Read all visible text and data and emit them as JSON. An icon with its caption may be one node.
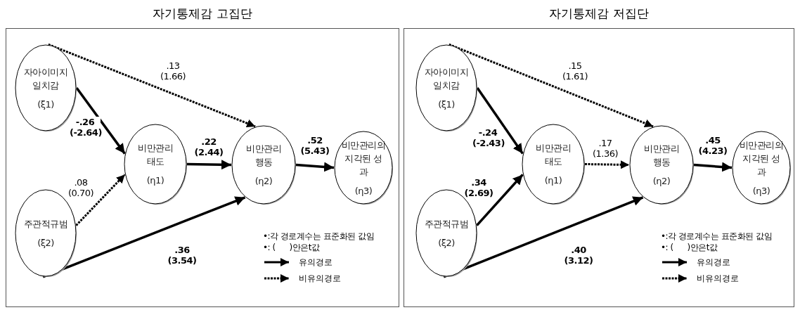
{
  "diagram": {
    "nodes": [
      {
        "text": [
          "자기통제감 고집단"
        ]
      },
      {
        "text": [
          "자아이미지 일치감",
          "(ξ1)"
        ],
        "in": 0
      },
      {
        "text": [
          "주관적규범",
          "(ξ2)"
        ],
        "in": 0
      },
      {
        "text": [
          "비만관리 태도",
          "(η1)"
        ],
        "in": 0
      },
      {
        "text": [
          "비만관리 행동",
          "(η2)"
        ],
        "in": 0
      },
      {
        "text": [
          "비만관리의 지각된 성과",
          "(η3)"
        ],
        "in": 0
      },
      {
        "text": [
          "자기통제감 저집단"
        ]
      },
      {
        "text": [
          "자아이미지 일치감",
          "(ξ1)"
        ],
        "in": 6
      },
      {
        "text": [
          "주관적규범",
          "(ξ2)"
        ],
        "in": 6
      },
      {
        "text": [
          "비만관리 태도",
          "(η1)"
        ],
        "in": 6
      },
      {
        "text": [
          "비만관리 행동",
          "(η2)"
        ],
        "in": 6
      },
      {
        "text": [
          "비만관리의 지각된 성과",
          "(η3)"
        ],
        "in": 6
      }
    ],
    "edges": [
      {
        "from": 1,
        "to": 4,
        "arrow": "to",
        "label": ".13 (1.66)",
        "style": "dashed"
      },
      {
        "from": 1,
        "to": 3,
        "arrow": "to",
        "label": "-.26 (-2.64)"
      },
      {
        "from": 2,
        "to": 3,
        "arrow": "to",
        "label": ".08 (0.70)",
        "style": "dashed"
      },
      {
        "from": 3,
        "to": 4,
        "arrow": "to",
        "label": ".22 (2.44)"
      },
      {
        "from": 2,
        "to": 4,
        "arrow": "to",
        "label": ".36 (3.54)"
      },
      {
        "from": 4,
        "to": 5,
        "arrow": "to",
        "label": ".52 (5.43)"
      },
      {
        "from": 7,
        "to": 10,
        "arrow": "to",
        "label": ".15 (1.61)",
        "style": "dashed"
      },
      {
        "from": 7,
        "to": 9,
        "arrow": "to",
        "label": "-.24 (-2.43)"
      },
      {
        "from": 8,
        "to": 9,
        "arrow": "to",
        "label": ".34 (2.69)"
      },
      {
        "from": 9,
        "to": 10,
        "arrow": "to",
        "label": ".17 (1.36)",
        "style": "dashed"
      },
      {
        "from": 8,
        "to": 10,
        "arrow": "to",
        "label": ".40 (3.12)"
      },
      {
        "from": 10,
        "to": 11,
        "arrow": "to",
        "label": ".45 (4.23)"
      }
    ],
    "labels": [
      "•:각 경로계수는 표준화된 값임",
      "•: (      )안은t값",
      "•:각 경로계수는 표준화된 값임",
      "•: (      )안은t값"
    ],
    "legend": [
      {
        "text": "유의경로"
      },
      {
        "text": "비유의경로"
      },
      {
        "text": "유의경로"
      },
      {
        "text": "비유의경로"
      }
    ]
  }
}
